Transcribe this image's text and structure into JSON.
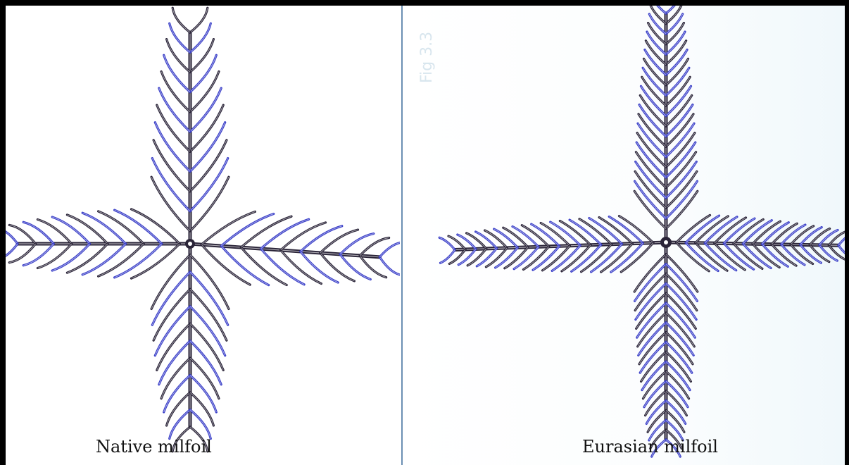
{
  "captions": {
    "left": "Native milfoil",
    "right": "Eurasian milfoil"
  },
  "ghost_text": "Fig 3.3",
  "colors": {
    "ink": "#2a2438",
    "ink_blue": "#3a3fc8",
    "divider": "#6b8fb3"
  }
}
